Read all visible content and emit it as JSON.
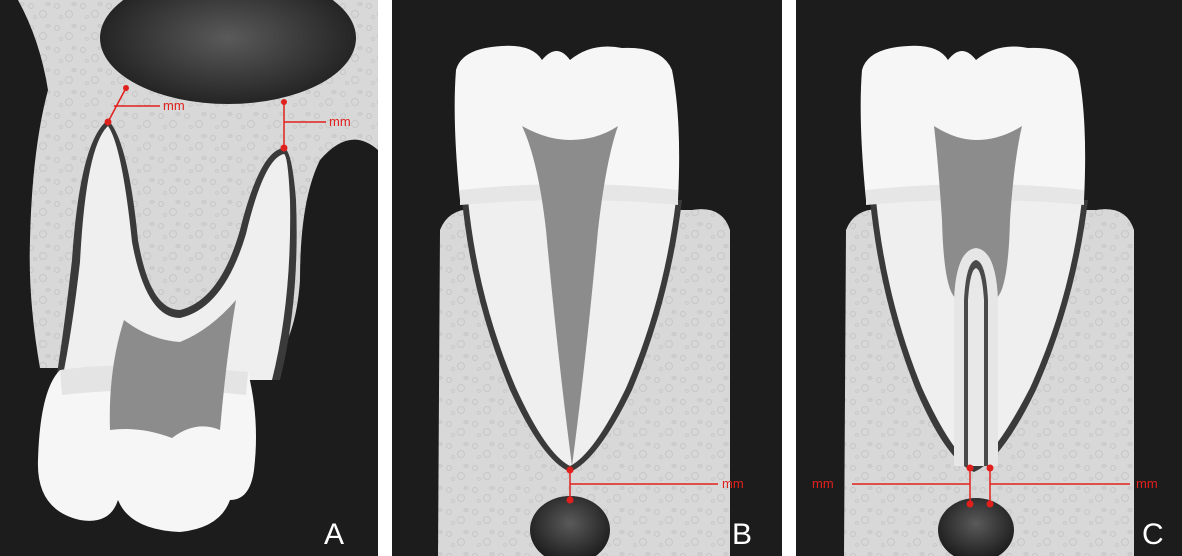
{
  "panels": [
    {
      "letter": "A",
      "measurements": [
        {
          "label": "mm"
        },
        {
          "label": "mm"
        }
      ]
    },
    {
      "letter": "B",
      "measurements": [
        {
          "label": "mm"
        }
      ]
    },
    {
      "letter": "C",
      "measurements": [
        {
          "label": "mm"
        },
        {
          "label": "mm"
        }
      ]
    }
  ],
  "colors": {
    "background": "#1c1c1c",
    "bone": "#d9d9d9",
    "tooth": "#f2f2f2",
    "pulp": "#8c8c8c",
    "lesion": "#2b2b2b",
    "measure_line": "#e0201c",
    "letter": "#ffffff"
  }
}
